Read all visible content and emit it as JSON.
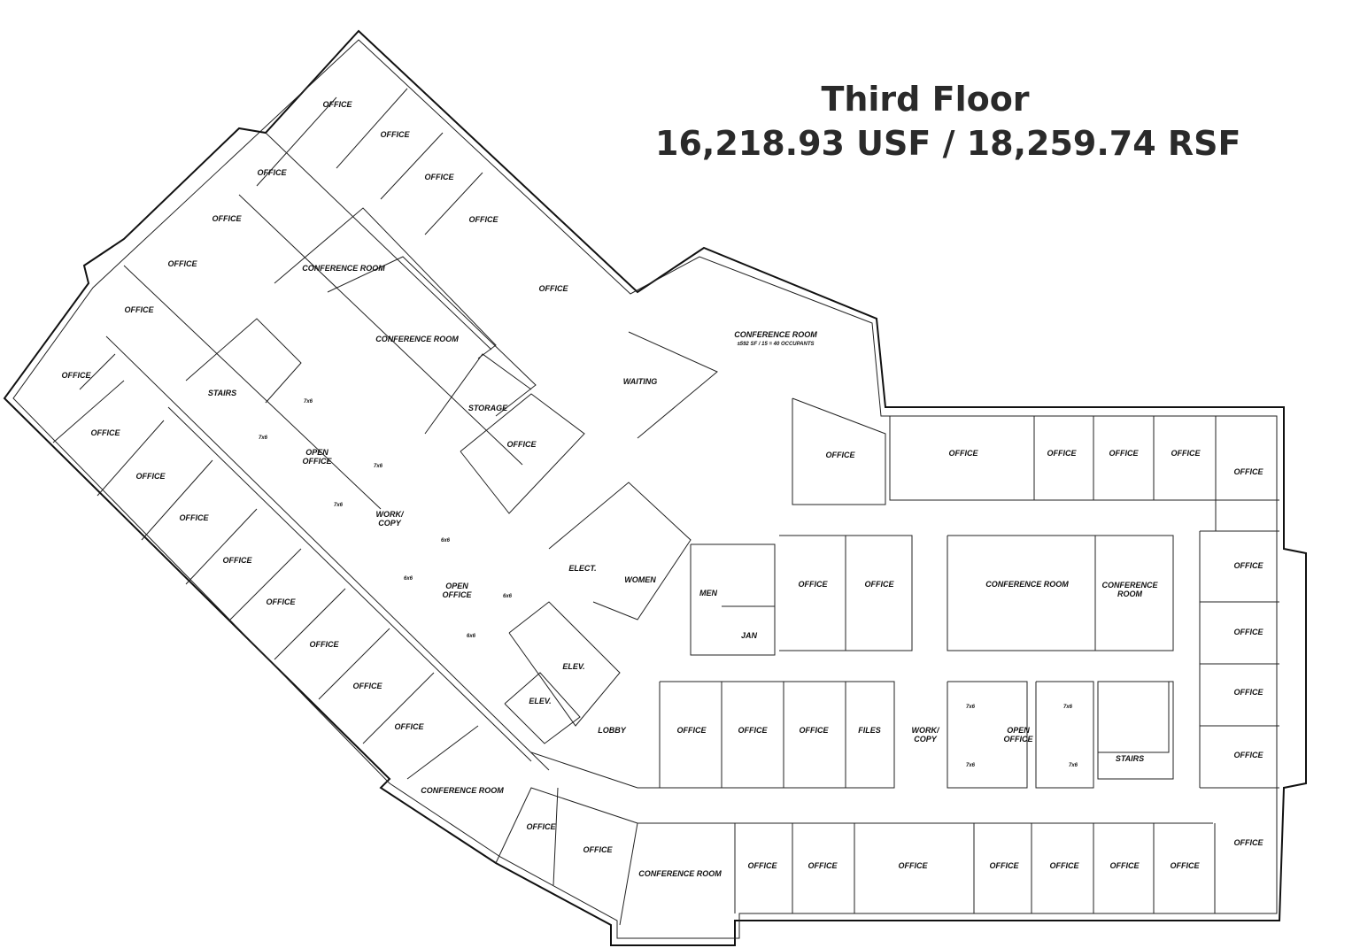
{
  "header": {
    "title": "Third Floor",
    "area": "16,218.93 USF / 18,259.74 RSF"
  },
  "rooms": [
    "OFFICE",
    "OFFICE",
    "OFFICE",
    "OFFICE",
    "OFFICE",
    "OFFICE",
    "OFFICE",
    "CONFERENCE ROOM",
    "OFFICE",
    "OFFICE",
    "CONFERENCE ROOM",
    "CONFERENCE ROOM",
    "WAITING",
    "OFFICE",
    "STAIRS",
    "STORAGE",
    "OFFICE",
    "OPEN",
    "OFFICE",
    "OFFICE",
    "OFFICE",
    "OFFICE",
    "OFFICE",
    "OFFICE",
    "OFFICE",
    "OFFICE",
    "WORK/",
    "OFFICE",
    "OFFICE",
    "OPEN",
    "ELECT.",
    "WOMEN",
    "MEN",
    "OFFICE",
    "OFFICE",
    "CONFERENCE ROOM",
    "CONFERENCE",
    "OFFICE",
    "OFFICE",
    "JAN",
    "OFFICE",
    "OFFICE",
    "ELEV.",
    "OFFICE",
    "ELEV.",
    "OFFICE",
    "OFFICE",
    "LOBBY",
    "OFFICE",
    "OFFICE",
    "OFFICE",
    "FILES",
    "WORK/",
    "OPEN",
    "STAIRS",
    "OFFICE",
    "CONFERENCE ROOM",
    "OFFICE",
    "OFFICE",
    "CONFERENCE ROOM",
    "OFFICE",
    "OFFICE",
    "OFFICE",
    "OFFICE",
    "OFFICE",
    "OFFICE",
    "OFFICE",
    "OFFICE",
    "OFFICE",
    "COPY",
    "OFFICE",
    "COPY",
    "OFFICE",
    "ROOM"
  ],
  "conference_note": "±592 SF / 15 = 40 OCCUPANTS",
  "workstation_labels": [
    "7x6",
    "7x6",
    "7x6",
    "7x6",
    "6x6",
    "6x6",
    "6x6",
    "6x6",
    "7x6",
    "7x6",
    "7x6",
    "7x6"
  ]
}
